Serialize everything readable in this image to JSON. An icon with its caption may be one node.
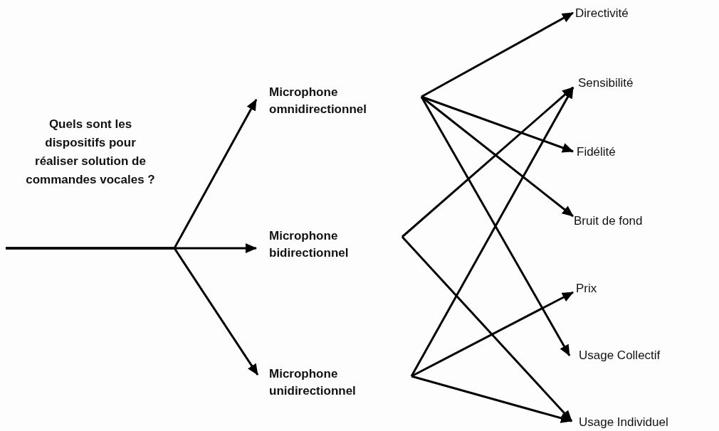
{
  "diagram": {
    "nodes": [
      {
        "text": [
          "Microphone omnidirectionnel"
        ]
      },
      {
        "text": [
          "Microphone bidirectionnel"
        ]
      },
      {
        "text": [
          "Microphone unidirectionnel"
        ]
      },
      {
        "text": [
          "Directivité"
        ]
      },
      {
        "text": [
          "Sensibilité"
        ]
      },
      {
        "text": [
          "Fidélité"
        ]
      },
      {
        "text": [
          "Bruit de fond"
        ]
      },
      {
        "text": [
          "Prix"
        ]
      },
      {
        "text": [
          "Usage Collectif"
        ]
      },
      {
        "text": [
          "Usage Individuel"
        ]
      }
    ],
    "edges": [
      {
        "from": null,
        "to": 0,
        "arrow": "to"
      },
      {
        "from": null,
        "to": 1,
        "arrow": "to"
      },
      {
        "from": null,
        "to": 2,
        "arrow": "to"
      },
      {
        "from": 0,
        "to": 3,
        "arrow": "to"
      },
      {
        "from": 0,
        "to": 5,
        "arrow": "to"
      },
      {
        "from": 0,
        "to": 6,
        "arrow": "to"
      },
      {
        "from": 0,
        "to": 8,
        "arrow": "to"
      },
      {
        "from": 1,
        "to": 4,
        "arrow": "to"
      },
      {
        "from": 1,
        "to": 9,
        "arrow": "to"
      },
      {
        "from": 2,
        "to": 4,
        "arrow": "to"
      },
      {
        "from": 2,
        "to": 7,
        "arrow": "to"
      },
      {
        "from": 2,
        "to": 9,
        "arrow": "to"
      }
    ],
    "labels": [
      "Quels sont les dispositifs pour réaliser solution de commandes vocales ?"
    ]
  }
}
